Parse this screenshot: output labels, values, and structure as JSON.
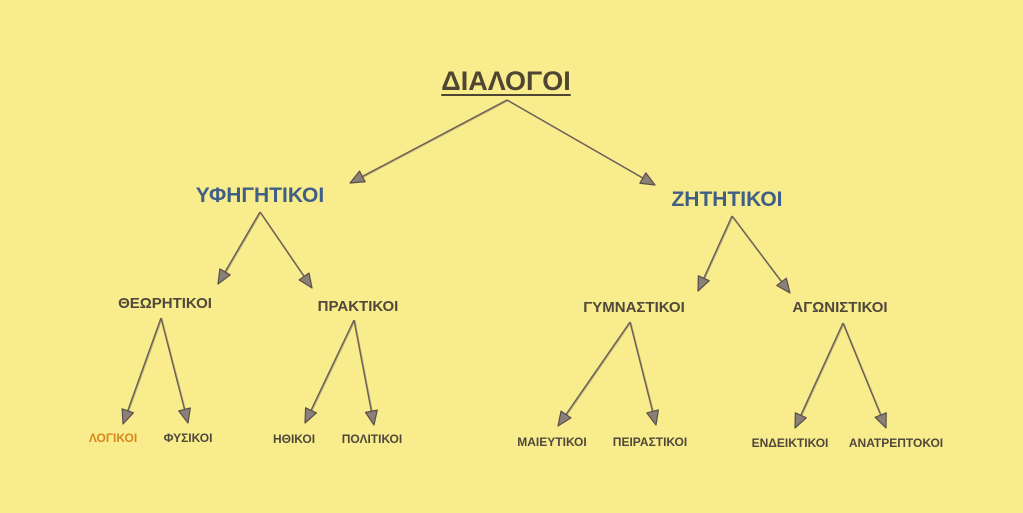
{
  "diagram": {
    "root": "ΔΙΑΛΟΓΟΙ",
    "level1": {
      "left": "ΥΦΗΓΗΤΙΚΟΙ",
      "right": "ΖΗΤΗΤΙΚΟΙ"
    },
    "level2": {
      "theoritikoi": "ΘΕΩΡΗΤΙΚΟΙ",
      "praktikoi": "ΠΡΑΚΤΙΚΟΙ",
      "gymnastikoi": "ΓΥΜΝΑΣΤΙΚΟΙ",
      "agonistikoi": "ΑΓΩΝΙΣΤΙΚΟΙ"
    },
    "level3": {
      "logikoi": "ΛΟΓΙΚΟΙ",
      "fysikoi": "ΦΥΣΙΚΟΙ",
      "ithikoi": "ΗΘΙΚΟΙ",
      "politikoi": "ΠΟΛΙΤΙΚΟΙ",
      "maieutikoi": "ΜΑΙΕΥΤΙΚΟΙ",
      "peirastikoi": "ΠΕΙΡΑΣΤΙΚΟΙ",
      "endeiktikoi": "ΕΝΔΕΙΚΤΙΚΟΙ",
      "anatreptokoi": "ΑΝΑΤΡΕΠΤΟΚΟΙ"
    }
  },
  "colors": {
    "background": "#f8ec8c",
    "root_text": "#4e4532",
    "level1_text": "#3f5f86",
    "leaf_text": "#50483a",
    "accent_text": "#d8861c",
    "arrow": "#6a6058"
  }
}
